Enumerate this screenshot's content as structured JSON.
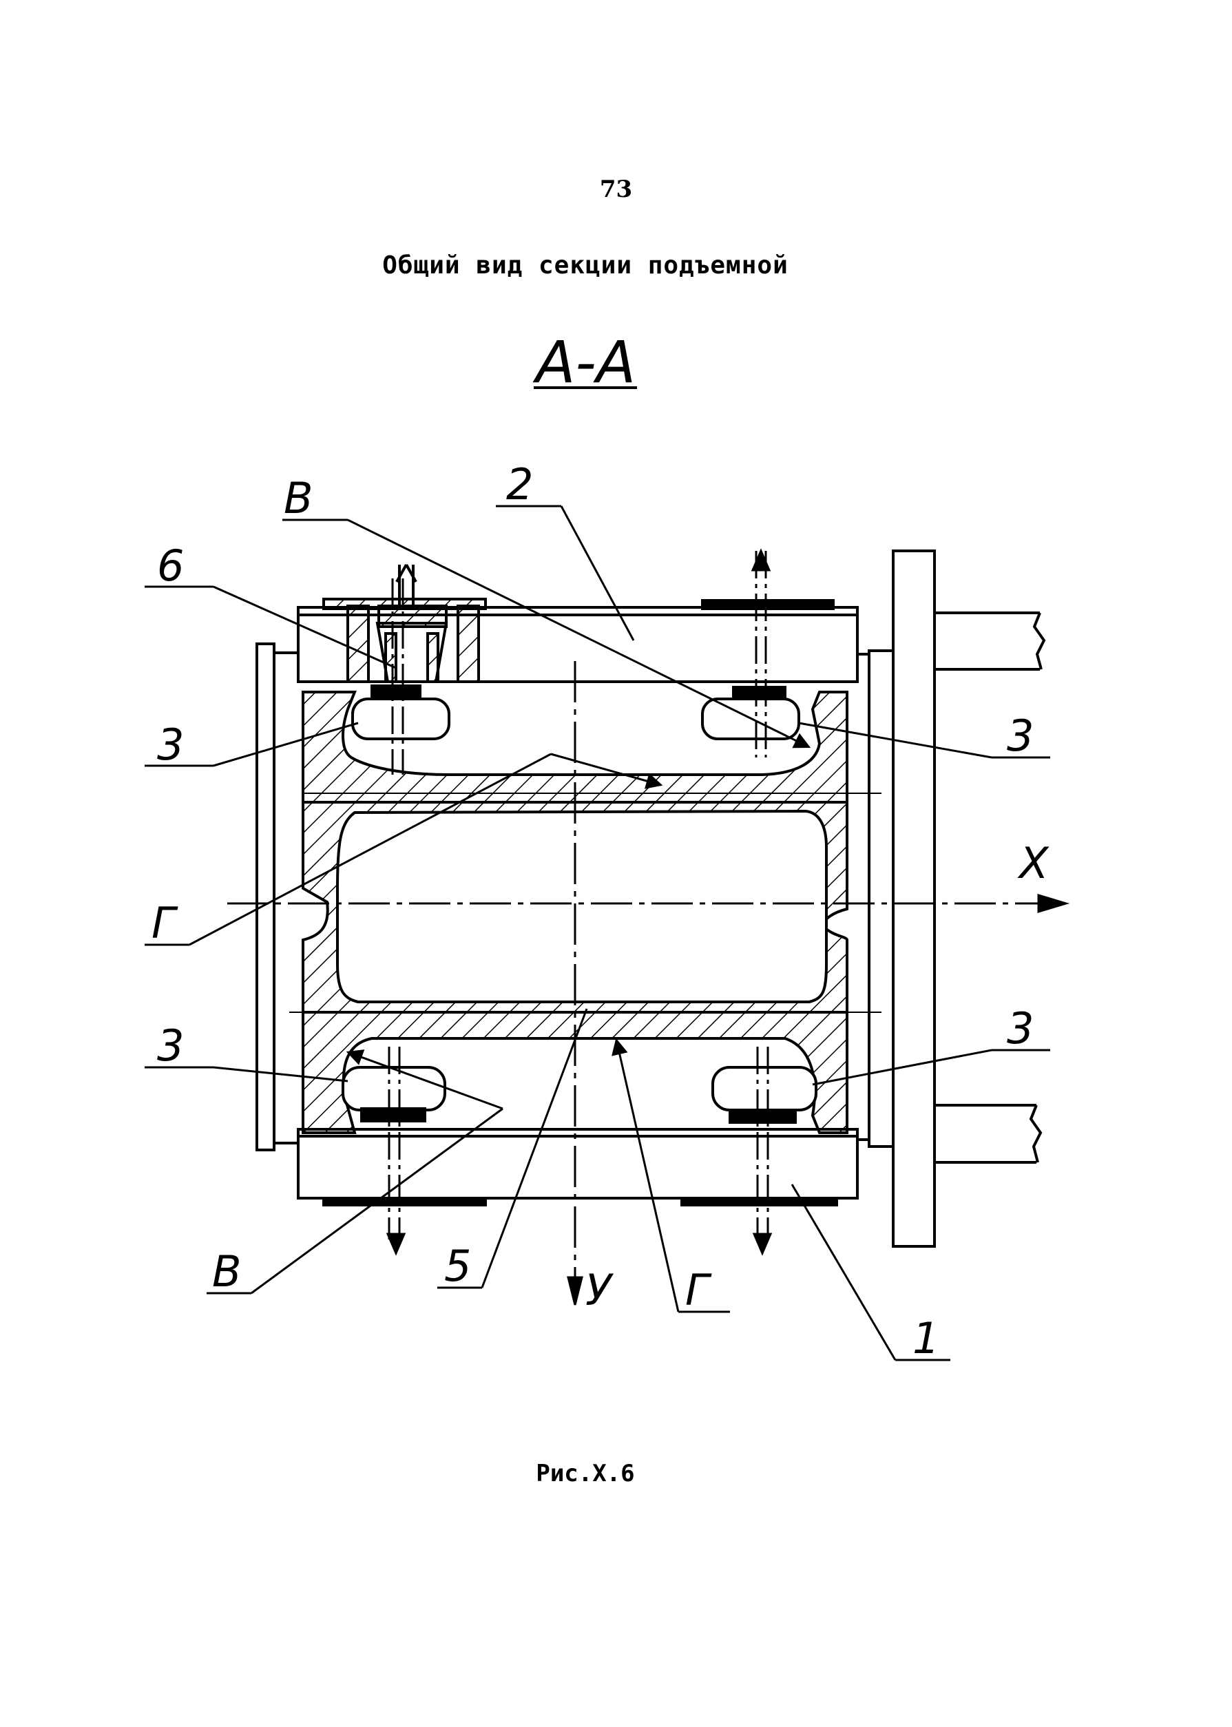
{
  "page": {
    "number": "73",
    "title": "Общий вид секции подъемной",
    "caption": "Рис.Х.6"
  },
  "drawing": {
    "section_label": "А-А",
    "labels": {
      "top_b": "В",
      "top_2": "2",
      "left_6": "6",
      "left_3_top": "3",
      "right_3_top": "3",
      "left_g": "Г",
      "axis_x": "X",
      "left_3_bottom": "3",
      "right_3_bottom": "3",
      "bottom_b": "В",
      "bottom_5": "5",
      "axis_y": "У",
      "bottom_g": "Г",
      "bottom_1": "1"
    },
    "colors": {
      "ink": "#000000",
      "paper": "#ffffff"
    }
  }
}
